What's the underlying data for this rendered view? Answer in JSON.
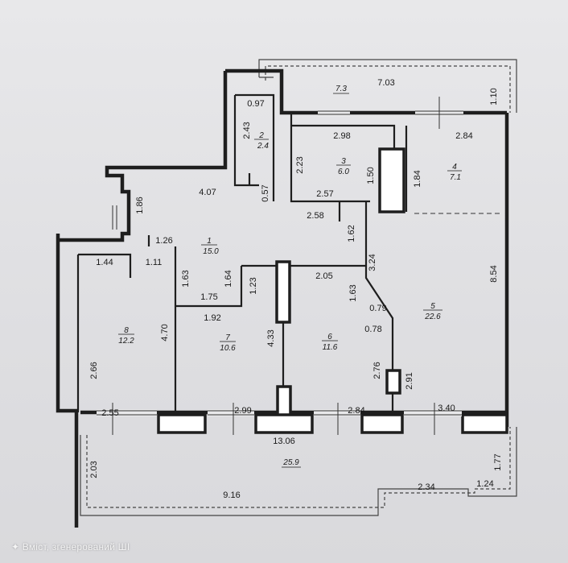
{
  "rooms": [
    {
      "id": "r1",
      "number": "1",
      "area": "15.0"
    },
    {
      "id": "r2",
      "number": "2",
      "area": "2.4"
    },
    {
      "id": "r3",
      "number": "3",
      "area": "6.0"
    },
    {
      "id": "r4",
      "number": "4",
      "area": "7.1"
    },
    {
      "id": "r5",
      "number": "5",
      "area": "22.6"
    },
    {
      "id": "r6",
      "number": "6",
      "area": "11.6"
    },
    {
      "id": "r7",
      "number": "7",
      "area": "10.6"
    },
    {
      "id": "r8",
      "number": "8",
      "area": "12.2"
    },
    {
      "id": "r73",
      "number": "7.3",
      "area": ""
    },
    {
      "id": "r259",
      "number": "25.9",
      "area": ""
    }
  ],
  "dims": {
    "d703": "7.03",
    "d110": "1.10",
    "d097": "0.97",
    "d243": "2.43",
    "d298": "2.98",
    "d284a": "2.84",
    "d223": "2.23",
    "d150": "1.50",
    "d184": "1.84",
    "d407": "4.07",
    "d057": "0.57",
    "d257": "2.57",
    "d258": "2.58",
    "d186": "1.86",
    "d162": "1.62",
    "d126": "1.26",
    "d144": "1.44",
    "d111": "1.11",
    "d163a": "1.63",
    "d164": "1.64",
    "d324": "3.24",
    "d854": "8.54",
    "d175": "1.75",
    "d123": "1.23",
    "d205": "2.05",
    "d163b": "1.63",
    "d079": "0.79",
    "d192": "1.92",
    "d078": "0.78",
    "d470": "4.70",
    "d433": "4.33",
    "d276": "2.76",
    "d291": "2.91",
    "d266": "2.66",
    "d255": "2.55",
    "d299": "2.99",
    "d284b": "2.84",
    "d340": "3.40",
    "d1306": "13.06",
    "d203": "2.03",
    "d177": "1.77",
    "d916": "9.16",
    "d234": "2.34",
    "d124": "1.24"
  },
  "watermark": "✦ Вміст, згенерований ШІ"
}
